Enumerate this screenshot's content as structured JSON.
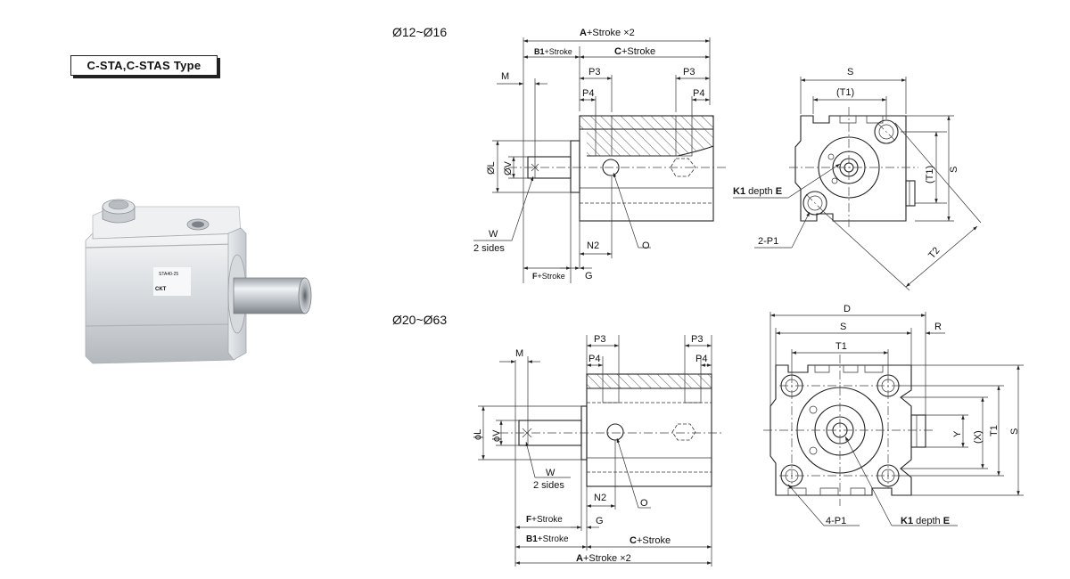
{
  "type_label": "C-STA,C-STAS Type",
  "photo": {
    "model": "STA40-25",
    "brand": "CKT"
  },
  "top_view": {
    "heading": "Ø12~Ø16",
    "a_label": "A",
    "a_suffix": "+Stroke ×2",
    "b1_label": "B1",
    "b1_suffix": "+Stroke",
    "c_label": "C",
    "c_suffix": "+Stroke",
    "p3_left": "P3",
    "p3_right": "P3",
    "p4_left": "P4",
    "p4_right": "P4",
    "m": "M",
    "l": "ØL",
    "v": "ØV",
    "w": "W",
    "w_sides": "2 sides",
    "f_label": "F",
    "f_suffix": "+Stroke",
    "g": "G",
    "n2": "N2",
    "o": "O",
    "end_s_top": "S",
    "end_t1_top": "(T1)",
    "end_t1_side": "(T1)",
    "end_s_side": "S",
    "end_k1": "K1",
    "end_depth": " depth ",
    "end_e": "E",
    "end_p1": "2-P1",
    "end_t2": "T2"
  },
  "bottom_view": {
    "heading": "Ø20~Ø63",
    "m": "M",
    "l": "ϕL",
    "v": "ϕV",
    "p3_left": "P3",
    "p3_right": "P3",
    "p4_left": "P4",
    "p4_right": "P4",
    "w": "W",
    "w_sides": "2 sides",
    "n2": "N2",
    "o": "O",
    "f_label": "F",
    "f_suffix": "+Stroke",
    "g": "G",
    "b1_label": "B1",
    "b1_suffix": "+Stroke",
    "c_label": "C",
    "c_suffix": "+Stroke",
    "a_label": "A",
    "a_suffix": "+Stroke ×2",
    "end_d": "D",
    "end_s_top": "S",
    "end_r": "R",
    "end_t1_top": "T1",
    "end_y": "Y",
    "end_x": "(X)",
    "end_t1_side": "T1",
    "end_s_side": "S",
    "end_p1": "4-P1",
    "end_k1": "K1",
    "end_depth": " depth ",
    "end_e": "E"
  }
}
